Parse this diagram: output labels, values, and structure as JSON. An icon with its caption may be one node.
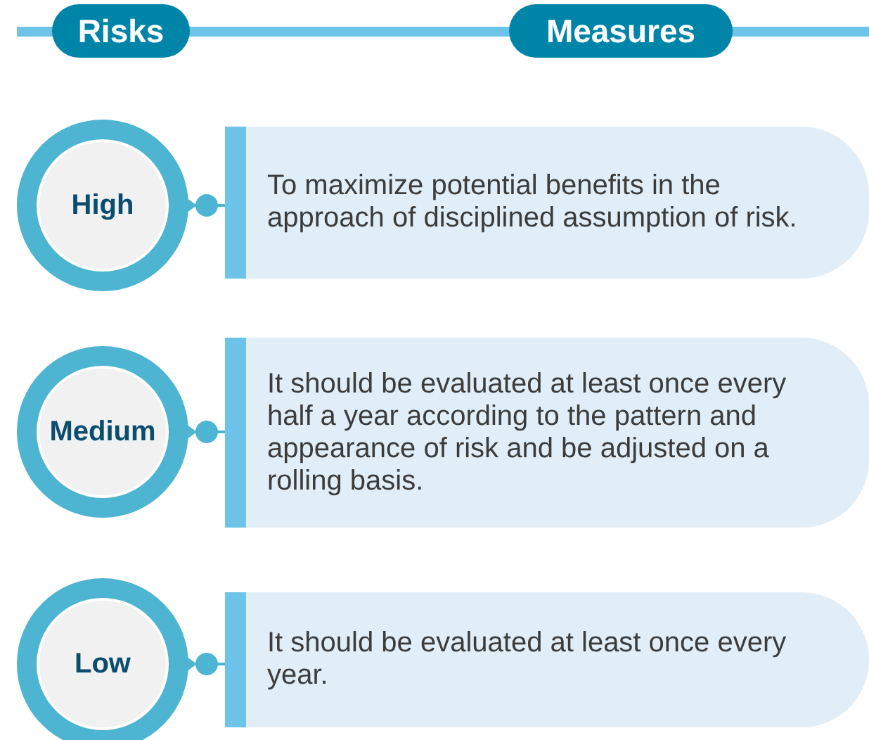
{
  "diagram": {
    "nodes": [
      {
        "text": [
          "Risks"
        ]
      },
      {
        "text": [
          "Measures"
        ]
      },
      {
        "text": [
          "High"
        ]
      },
      {
        "text": [
          "To maximize potential benefits in the approach of disciplined assumption of risk."
        ]
      },
      {
        "text": [
          "Medium"
        ]
      },
      {
        "text": [
          "It should be evaluated at least once every half a year according to the pattern and appearance of risk and be adjusted on a rolling basis."
        ]
      },
      {
        "text": [
          "Low"
        ]
      },
      {
        "text": [
          "It should be evaluated at least once every year."
        ]
      }
    ],
    "edges": [
      {
        "from": 2,
        "to": 3,
        "arrow": "other"
      },
      {
        "from": 4,
        "to": 5,
        "arrow": "other"
      },
      {
        "from": 6,
        "to": 7,
        "arrow": "other"
      }
    ]
  }
}
